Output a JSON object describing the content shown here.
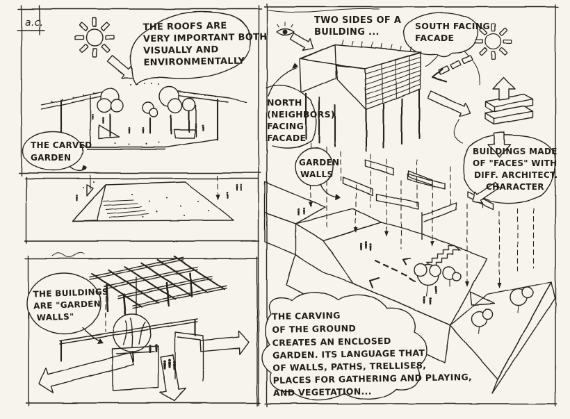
{
  "page": {
    "corner_label": "a.c."
  },
  "colors": {
    "paper": "#f7f4ed",
    "ink": "#27241e"
  },
  "icons": [
    "sun-icon",
    "eye-icon",
    "down-right-arrow-icon",
    "dashed-sunray-arrow-icon",
    "up-arrow-icon",
    "down-arrow-icon",
    "left-arrow-icon",
    "right-arrow-icon",
    "stacked-slabs-icon"
  ],
  "annotations": {
    "roofs_note": {
      "lines": [
        "THE ROOFS ARE",
        "VERY IMPORTANT BOTH",
        "VISUALLY AND",
        "ENVIRONMENTALLY"
      ]
    },
    "carved_garden_label": {
      "lines": [
        "THE CARVED",
        "GARDEN"
      ]
    },
    "buildings_are_garden_walls_note": {
      "lines": [
        "THE BUILDINGS",
        "ARE \"GARDEN",
        "WALLS\""
      ]
    },
    "two_sides_note": {
      "lines": [
        "TWO SIDES OF A",
        "BUILDING ..."
      ]
    },
    "south_facade_label": {
      "lines": [
        "SOUTH FACING",
        "FACADE"
      ]
    },
    "north_facade_label": {
      "lines": [
        "NORTH",
        "(NEIGHBORS)",
        "FACING",
        "FACADE"
      ]
    },
    "garden_walls_label": {
      "lines": [
        "GARDEN",
        "WALLS"
      ]
    },
    "faces_note": {
      "lines": [
        "BUILDINGS MADE",
        "OF \"FACES\" WITH",
        "DIFF. ARCHITECT.",
        "CHARACTER"
      ]
    },
    "carving_note": {
      "lines": [
        "THE CARVING",
        "OF THE GROUND",
        "CREATES AN ENCLOSED",
        "GARDEN. ITS LANGUAGE THAT",
        "OF WALLS, PATHS, TRELLISES,",
        "PLACES FOR GATHERING AND PLAYING,",
        "AND VEGETATION..."
      ]
    }
  }
}
